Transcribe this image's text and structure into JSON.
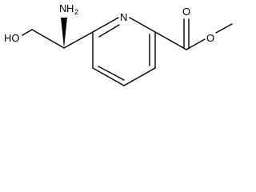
{
  "molecule": {
    "atoms": {
      "amine": {
        "symbol": "N",
        "hydrogens": "H",
        "count": "2"
      },
      "hydroxyl": {
        "text": "HO"
      },
      "ring_nitrogen": {
        "text": "N"
      },
      "carbonyl_oxygen": {
        "text": "O"
      },
      "ester_oxygen": {
        "text": "O"
      }
    }
  }
}
